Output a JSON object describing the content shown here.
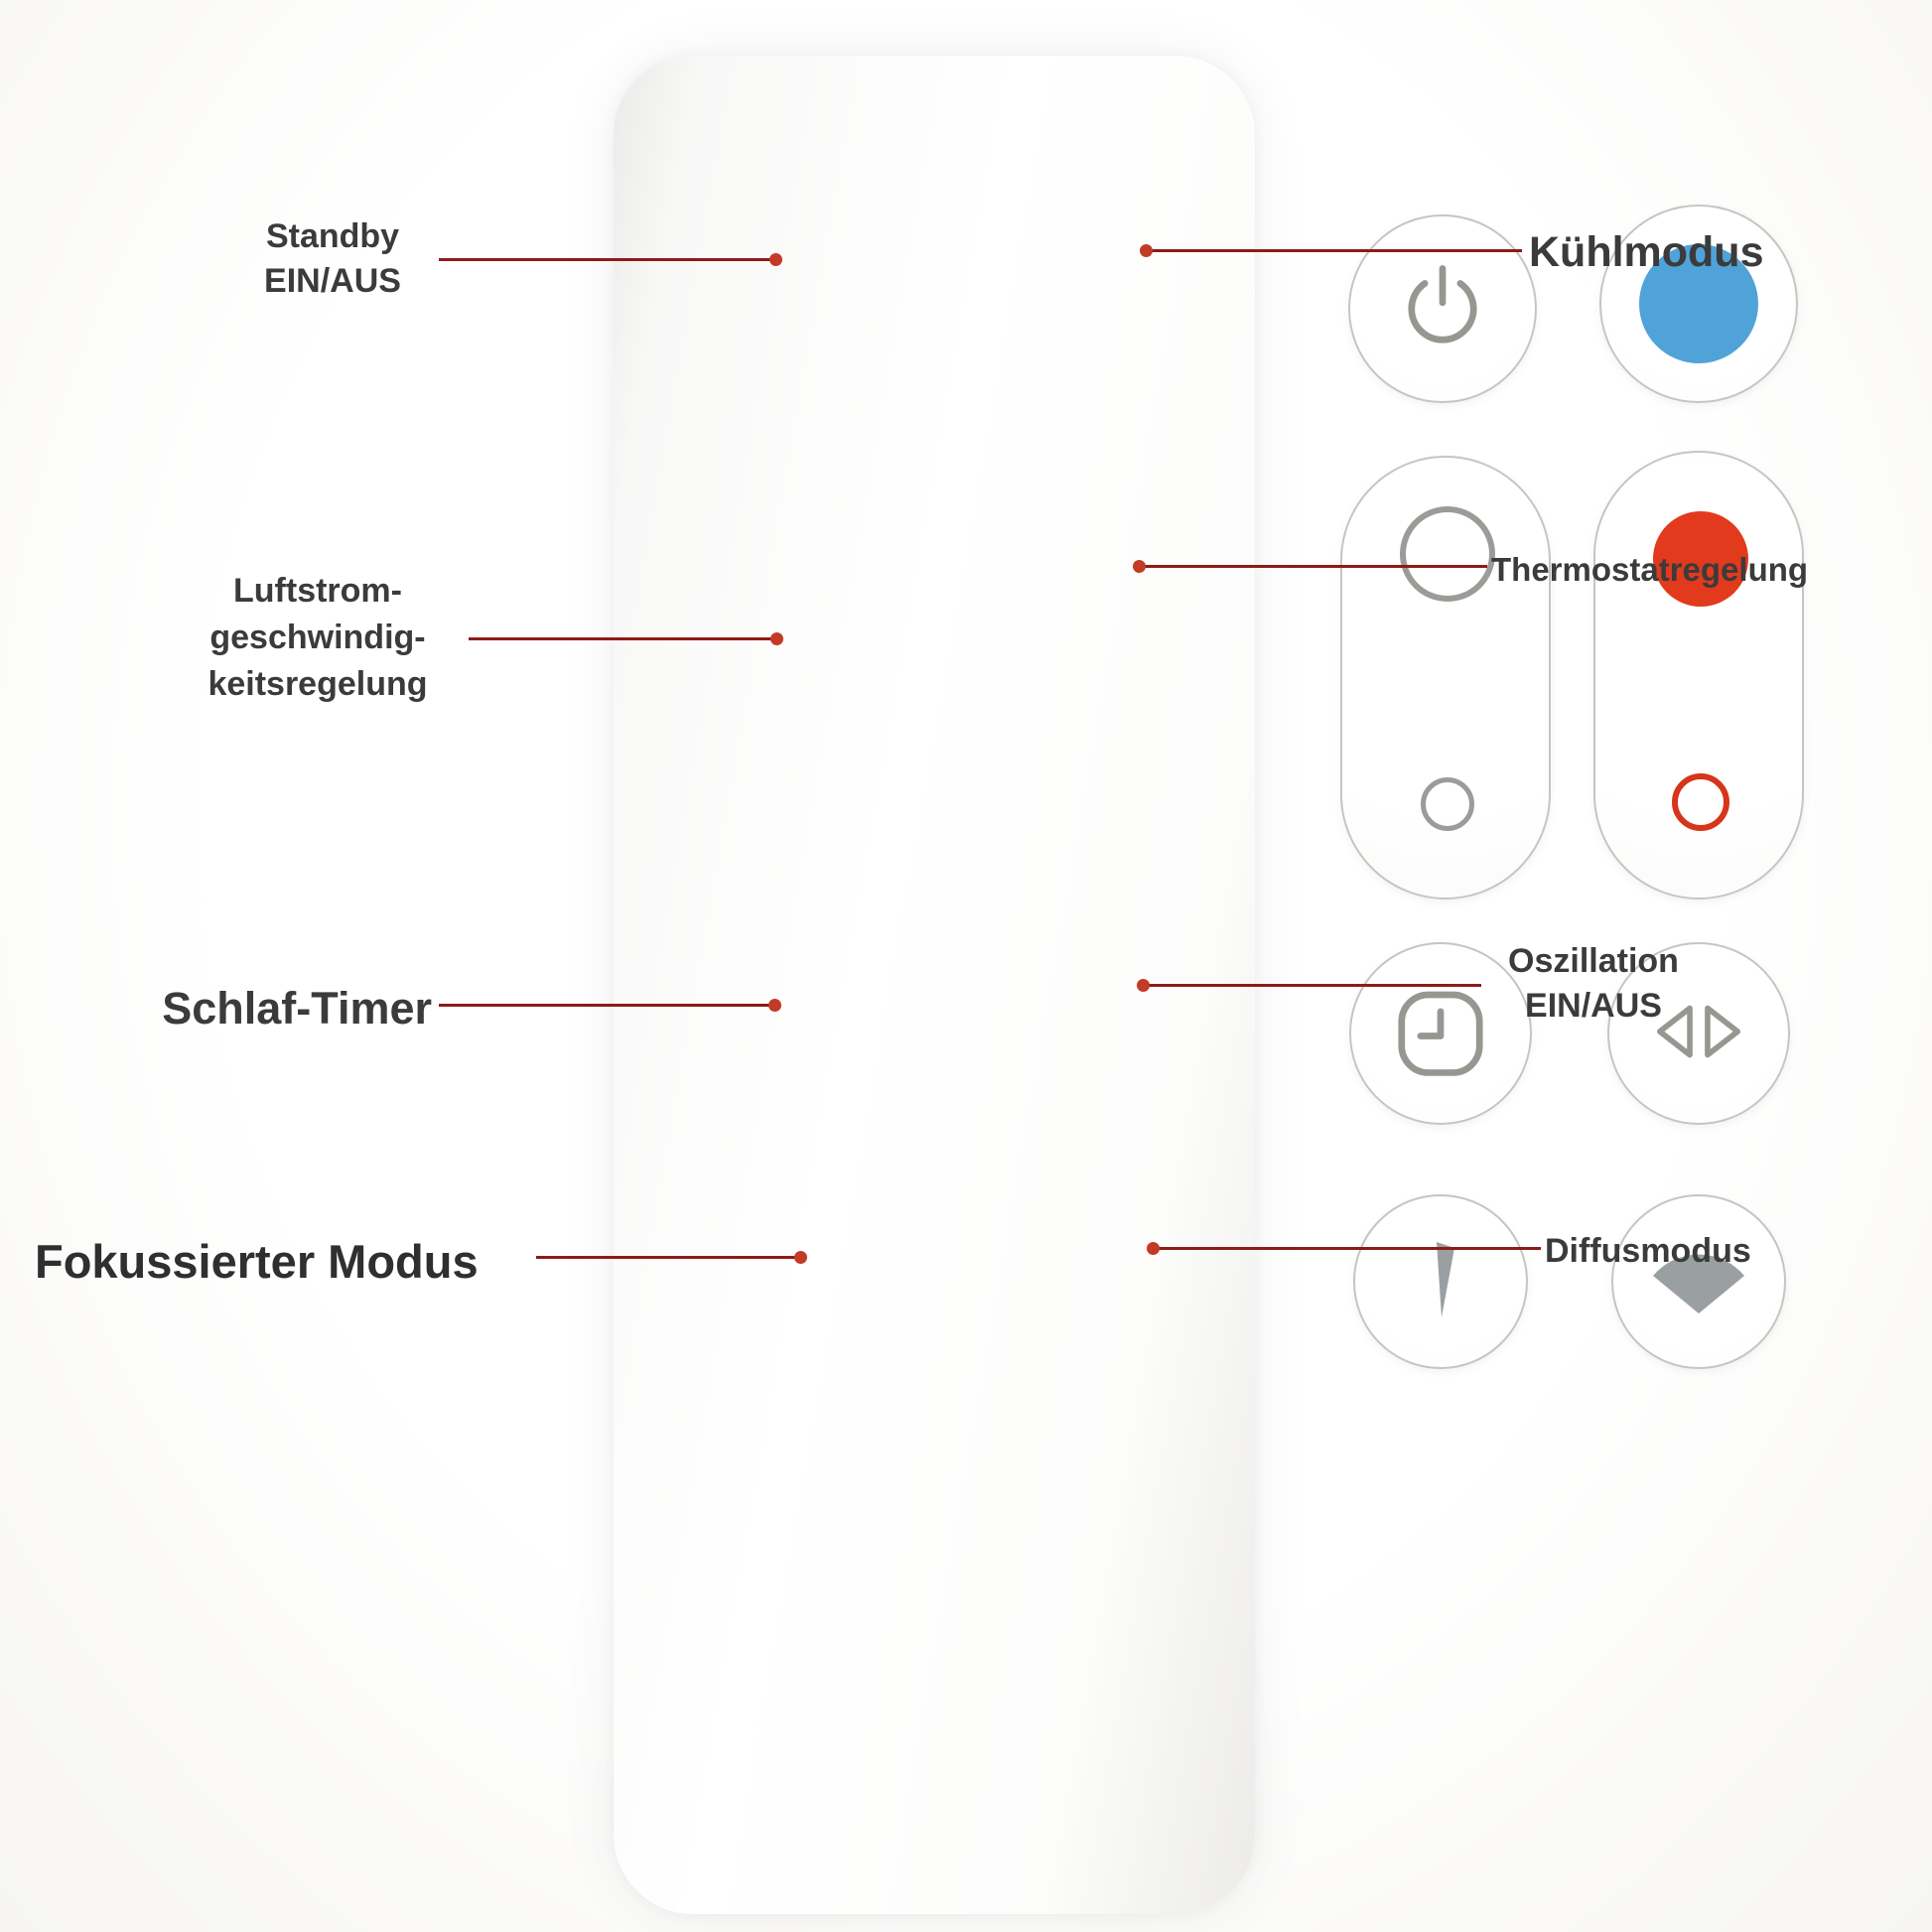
{
  "colors": {
    "background": "#fbfaf8",
    "remote_body": "#ffffff",
    "button_border": "#c6c5c2",
    "icon_gray": "#979792",
    "cool_blue": "#4fa3d8",
    "heat_red": "#e23a1c",
    "heat_red_outline": "#d6351a",
    "connector_line": "#8c1c18",
    "connector_dot": "#c23b27",
    "label_text": "#3b3b3b"
  },
  "remote": {
    "buttons": {
      "power": {
        "icon": "power-icon"
      },
      "cool_mode": {
        "icon": "cool-mode-icon"
      },
      "airflow_speed": {
        "increase_icon": "airflow-increase-icon",
        "decrease_icon": "airflow-decrease-icon"
      },
      "thermostat": {
        "increase_icon": "thermostat-increase-icon",
        "decrease_icon": "thermostat-decrease-icon"
      },
      "sleep_timer": {
        "icon": "sleep-timer-clock-icon"
      },
      "oscillation": {
        "icon": "oscillation-arrows-icon"
      },
      "focused_mode": {
        "icon": "focused-beam-icon"
      },
      "diffuse_mode": {
        "icon": "diffuse-fan-icon"
      }
    }
  },
  "annotations": {
    "standby": {
      "label": "Standby\nEIN/AUS"
    },
    "cool_mode": {
      "label": "Kühlmodus"
    },
    "airflow_speed": {
      "label": "Luftstrom-\ngeschwindig-\nkeitsregelung"
    },
    "thermostat": {
      "label": "Thermostatregelung"
    },
    "sleep_timer": {
      "label": "Schlaf-Timer"
    },
    "oscillation": {
      "label": "Oszillation\nEIN/AUS"
    },
    "focused_mode": {
      "label": "Fokussierter Modus"
    },
    "diffuse_mode": {
      "label": "Diffusmodus"
    }
  }
}
